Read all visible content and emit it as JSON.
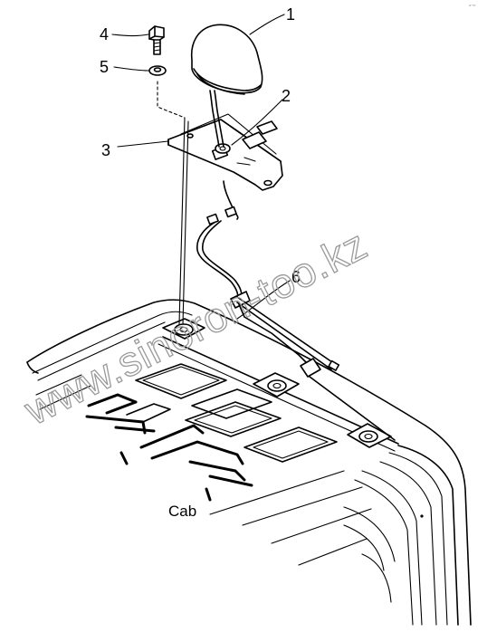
{
  "callouts": [
    {
      "id": "c1",
      "label": "1"
    },
    {
      "id": "c2",
      "label": "2"
    },
    {
      "id": "c3",
      "label": "3"
    },
    {
      "id": "c4",
      "label": "4"
    },
    {
      "id": "c5",
      "label": "5"
    },
    {
      "id": "c6",
      "label": "6"
    }
  ],
  "cab_label": "Cab",
  "watermark": "www.sinoron-too.kz",
  "corner_mark": "ᵃ⁻ᵐ"
}
